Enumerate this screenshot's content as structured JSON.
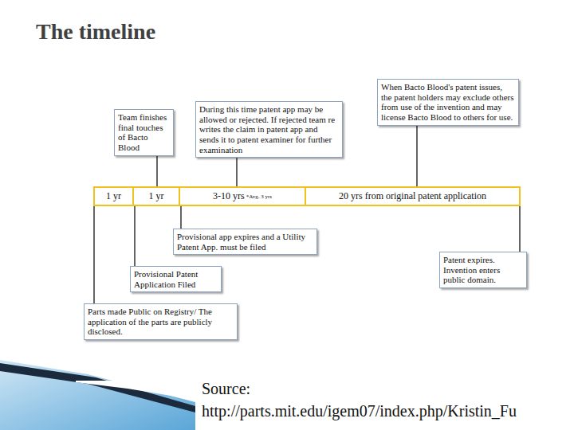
{
  "diagram": {
    "title": "The timeline",
    "nodes": [
      {
        "text": [
          "Team finishes final touches of Bacto Blood"
        ]
      },
      {
        "text": [
          "During this time patent app may be allowed or rejected. If rejected team re writes the claim in patent app and sends it to patent examiner for further examination"
        ]
      },
      {
        "text": [
          "When Bacto Blood's patent issues, the patent holders may exclude others from use of the invention and may license Bacto Blood to others for use."
        ]
      },
      {
        "text": [
          "1 yr"
        ]
      },
      {
        "text": [
          "1 yr"
        ]
      },
      {
        "text": [
          "3-10 yrs",
          "*Avg. 3 yrs"
        ]
      },
      {
        "text": [
          "20 yrs from original patent application"
        ]
      },
      {
        "text": [
          "Provisional app expires and a Utility Patent App. must be filed"
        ]
      },
      {
        "text": [
          "Patent expires. Invention enters public domain."
        ]
      },
      {
        "text": [
          "Provisional Patent Application Filed"
        ]
      },
      {
        "text": [
          "Parts made Public on Registry/ The application of the parts are publicly disclosed."
        ]
      }
    ],
    "edges": [
      {
        "from": 0,
        "to": 4,
        "arrow": "none"
      },
      {
        "from": 1,
        "to": 5,
        "arrow": "none"
      },
      {
        "from": 2,
        "to": 6,
        "arrow": "none"
      },
      {
        "from": 7,
        "to": 5,
        "arrow": "none"
      },
      {
        "from": 8,
        "to": 6,
        "arrow": "none"
      },
      {
        "from": 9,
        "to": 4,
        "arrow": "none"
      },
      {
        "from": 10,
        "to": 3,
        "arrow": "none"
      }
    ],
    "labels": [
      "Source:",
      "http://parts.mit.edu/igem07/index.php/Kristin_Fu"
    ]
  }
}
